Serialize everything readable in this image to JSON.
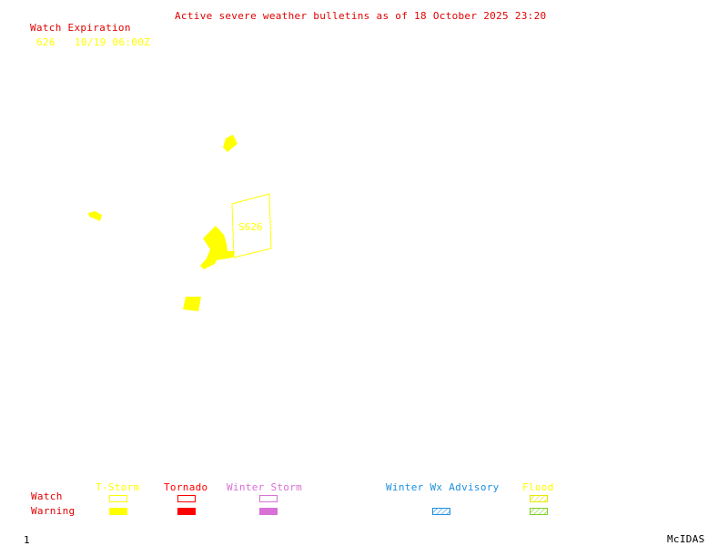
{
  "header": {
    "title": "Active severe weather bulletins as of 18 October 2025 23:20",
    "title_color": "#e00000"
  },
  "watch_expiration": {
    "heading": "Watch Expiration",
    "heading_color": "#e00000",
    "entries": [
      {
        "id": "626",
        "expires": "10/19 06:00Z"
      }
    ],
    "entry_color": "#ffff00"
  },
  "map": {
    "warning_color": "#ffff00",
    "watch_label": "S626"
  },
  "legend": {
    "row_labels": {
      "watch": "Watch",
      "warning": "Warning"
    },
    "row_label_color": "#e00000",
    "categories": [
      {
        "name": "T-Storm",
        "color": "#ffff00",
        "watch_style": "outline",
        "warning_style": "solid",
        "has_watch": true,
        "has_warning": true
      },
      {
        "name": "Tornado",
        "color": "#ff0000",
        "watch_style": "outline",
        "warning_style": "solid",
        "has_watch": true,
        "has_warning": true
      },
      {
        "name": "Winter Storm",
        "color": "#d870d8",
        "watch_style": "outline",
        "warning_style": "solid",
        "has_watch": true,
        "has_warning": true
      },
      {
        "name": "Winter Wx Advisory",
        "color": "#1e90e0",
        "watch_style": "none",
        "warning_style": "hatched",
        "has_watch": false,
        "has_warning": true
      },
      {
        "name": "Flood",
        "color": "#ffff00",
        "watch_style": "hatched",
        "warning_style": "hatched",
        "has_watch": true,
        "has_warning": true,
        "warning_color": "#80d020"
      }
    ]
  },
  "footer": {
    "frame_number": "1",
    "brand": "McIDAS"
  }
}
